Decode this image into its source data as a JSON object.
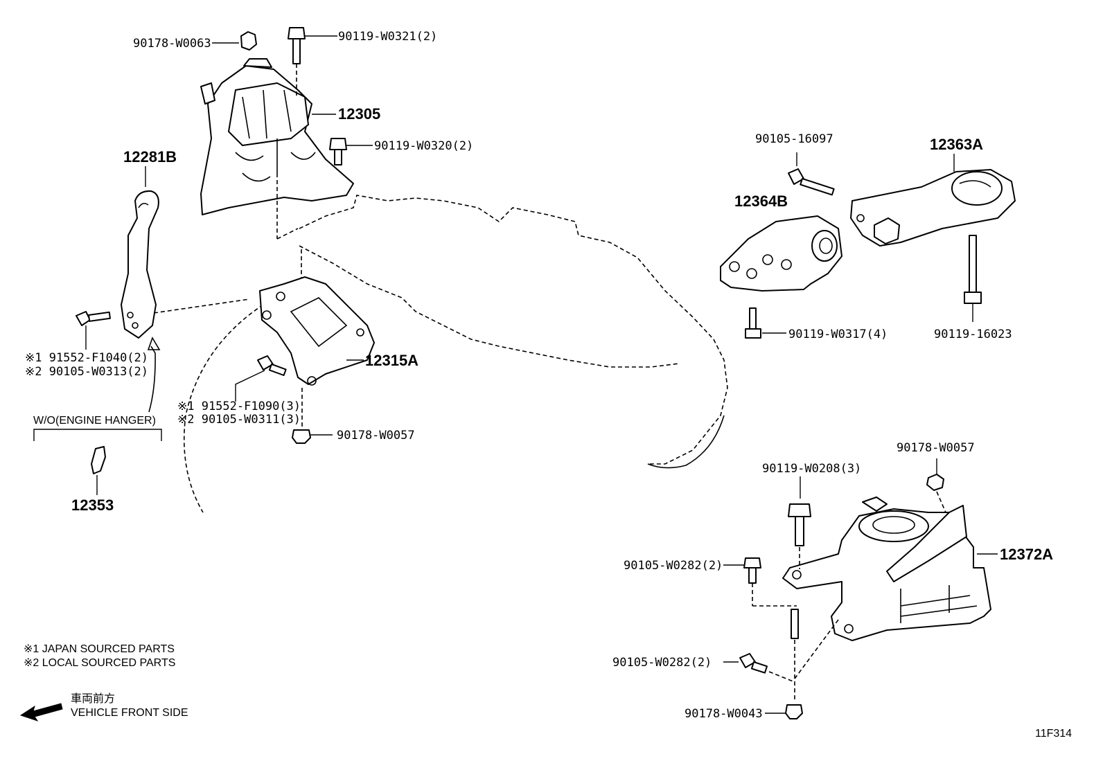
{
  "diagram": {
    "code": "11F314",
    "parts": {
      "p12305": "12305",
      "p12281B": "12281B",
      "p12315A": "12315A",
      "p12353": "12353",
      "p12363A": "12363A",
      "p12364B": "12364B",
      "p12372A": "12372A"
    },
    "callouts": {
      "c_90178_W0063": "90178-W0063",
      "c_90119_W0321": "90119-W0321(2)",
      "c_90119_W0320": "90119-W0320(2)",
      "c_91552_F1040": "※1 91552-F1040(2)",
      "c_90105_W0313": "※2 90105-W0313(2)",
      "c_91552_F1090": "※1 91552-F1090(3)",
      "c_90105_W0311": "※2 90105-W0311(3)",
      "c_90178_W0057_a": "90178-W0057",
      "c_90105_16097": "90105-16097",
      "c_90119_W0317": "90119-W0317(4)",
      "c_90119_16023": "90119-16023",
      "c_90178_W0057_b": "90178-W0057",
      "c_90119_W0208": "90119-W0208(3)",
      "c_90105_W0282_a": "90105-W0282(2)",
      "c_90105_W0282_b": "90105-W0282(2)",
      "c_90178_W0043": "90178-W0043"
    },
    "hanger_label": "W/O(ENGINE HANGER)",
    "legend": {
      "note1": "※1  JAPAN SOURCED PARTS",
      "note2": "※2  LOCAL SOURCED PARTS"
    },
    "direction": {
      "jp": "車両前方",
      "en": "VEHICLE FRONT SIDE"
    }
  }
}
